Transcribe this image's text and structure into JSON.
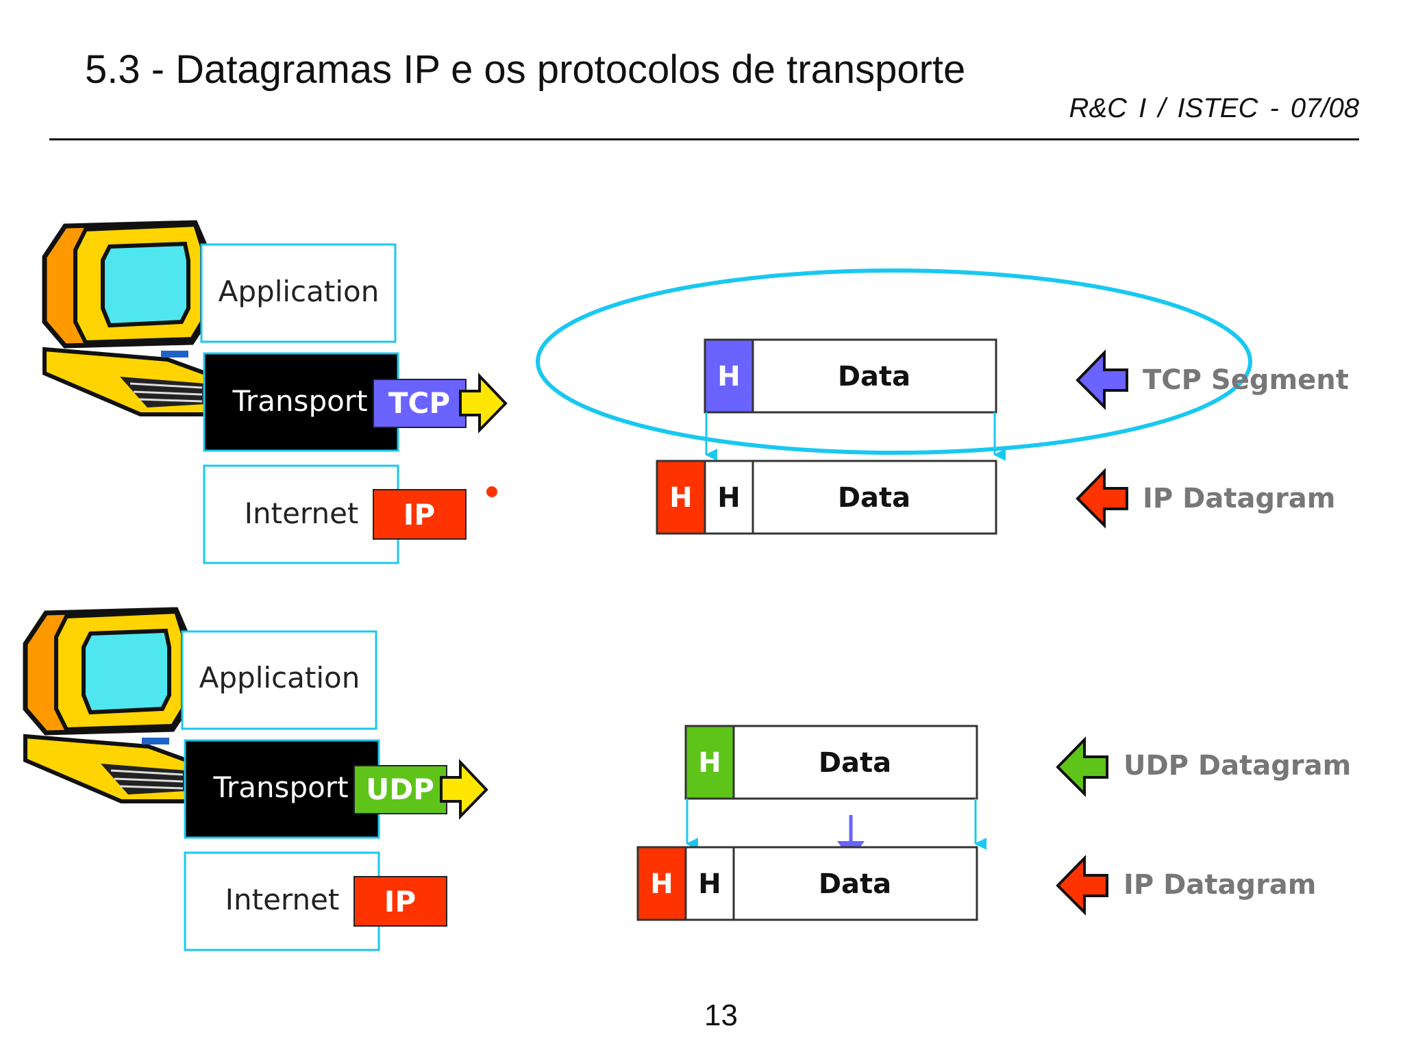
{
  "slide": {
    "title": "5.3 - Datagramas IP e os protocolos de transporte",
    "course": "R&C I  /  ISTEC  -  07/08",
    "page_number": "13"
  },
  "tcp_stack": {
    "application": "Application",
    "transport": "Transport",
    "transport_protocol": "TCP",
    "internet": "Internet",
    "internet_protocol": "IP"
  },
  "udp_stack": {
    "application": "Application",
    "transport": "Transport",
    "transport_protocol": "UDP",
    "internet": "Internet",
    "internet_protocol": "IP"
  },
  "tcp_diagram": {
    "segment_header": "H",
    "segment_data": "Data",
    "segment_label": "TCP Segment",
    "ip_header": "H",
    "inner_header": "H",
    "ip_data": "Data",
    "ip_label": "IP Datagram"
  },
  "udp_diagram": {
    "segment_header": "H",
    "segment_data": "Data",
    "segment_label": "UDP Datagram",
    "ip_header": "H",
    "inner_header": "H",
    "ip_data": "Data",
    "ip_label": "IP Datagram"
  },
  "colors": {
    "tcp": "#6a63ff",
    "udp": "#5fc41a",
    "ip": "#ff3300",
    "cyan": "#19c8f0",
    "label_gray": "#777777",
    "computer_yellow": "#ffd400",
    "screen_cyan": "#4fe6f0"
  }
}
